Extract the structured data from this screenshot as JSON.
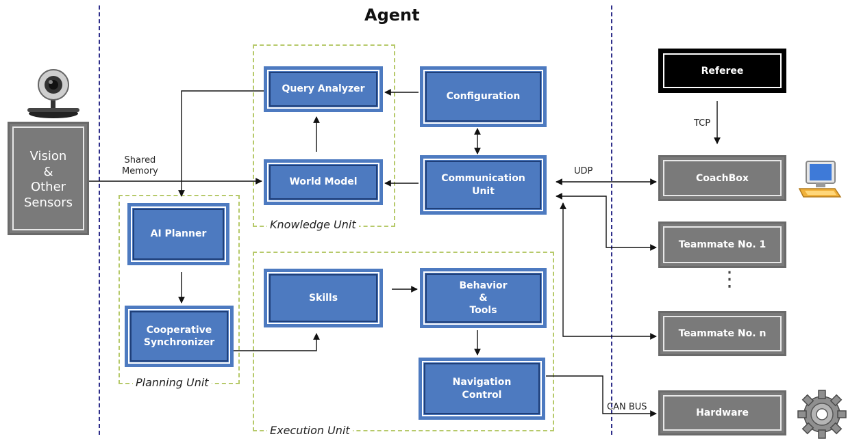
{
  "title": "Agent",
  "units": {
    "knowledge": "Knowledge Unit",
    "planning": "Planning Unit",
    "execution": "Execution Unit"
  },
  "sensors": "Vision\n&\nOther\nSensors",
  "blocks": {
    "query_analyzer": "Query Analyzer",
    "configuration": "Configuration",
    "world_model": "World Model",
    "communication_unit": "Communication\nUnit",
    "ai_planner": "AI Planner",
    "cooperative_synchronizer": "Cooperative\nSynchronizer",
    "skills": "Skills",
    "behavior_tools": "Behavior\n&\nTools",
    "navigation_control": "Navigation\nControl"
  },
  "external": {
    "referee": "Referee",
    "coachbox": "CoachBox",
    "teammate_1": "Teammate No. 1",
    "teammate_n": "Teammate No. n",
    "hardware": "Hardware"
  },
  "labels": {
    "shared_memory": "Shared\nMemory",
    "udp": "UDP",
    "tcp": "TCP",
    "can_bus": "CAN BUS",
    "ellipsis": "⋮"
  },
  "icons": [
    "webcam-icon",
    "computer-icon",
    "gear-icon"
  ]
}
